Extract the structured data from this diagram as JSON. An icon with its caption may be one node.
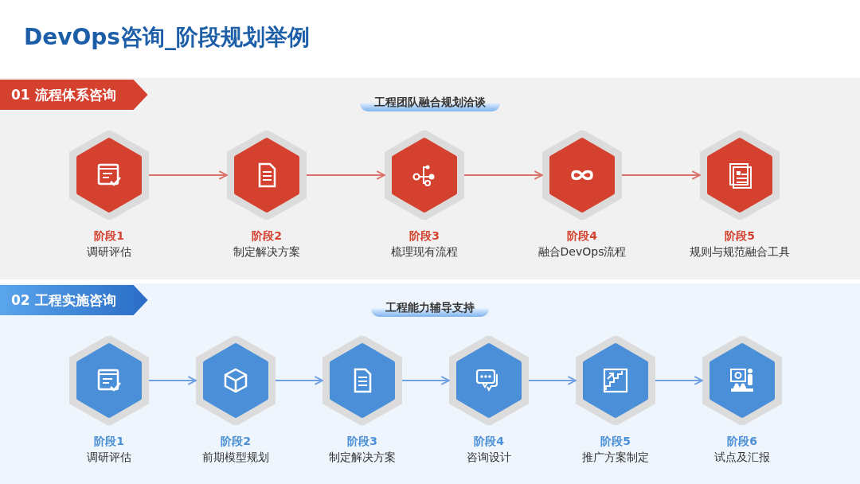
{
  "diagram": {
    "title": "DevOps咨询_阶段规划举例",
    "nodes": [
      {
        "text": [
          "01 流程体系咨询",
          "工程团队融合规划洽谈"
        ]
      },
      {
        "text": [],
        "shape": "hexagon",
        "in": 0,
        "beside": [
          "阶段1",
          "调研评估"
        ]
      },
      {
        "text": [],
        "shape": "hexagon",
        "in": 0,
        "beside": [
          "阶段2",
          "制定解决方案"
        ]
      },
      {
        "text": [],
        "shape": "hexagon",
        "in": 0,
        "beside": [
          "阶段3",
          "梳理现有流程"
        ]
      },
      {
        "text": [],
        "shape": "hexagon",
        "in": 0,
        "beside": [
          "阶段4",
          "融合DevOps流程"
        ]
      },
      {
        "text": [],
        "shape": "hexagon",
        "in": 0,
        "beside": [
          "阶段5",
          "规则与规范融合工具"
        ]
      },
      {
        "text": [
          "02 工程实施咨询",
          "工程能力辅导支持"
        ]
      },
      {
        "text": [],
        "shape": "hexagon",
        "in": 6,
        "beside": [
          "阶段1",
          "调研评估"
        ]
      },
      {
        "text": [],
        "shape": "hexagon",
        "in": 6,
        "beside": [
          "阶段2",
          "前期模型规划"
        ]
      },
      {
        "text": [],
        "shape": "hexagon",
        "in": 6,
        "beside": [
          "阶段3",
          "制定解决方案"
        ]
      },
      {
        "text": [],
        "shape": "hexagon",
        "in": 6,
        "beside": [
          "阶段4",
          "咨询设计"
        ]
      },
      {
        "text": [],
        "shape": "hexagon",
        "in": 6,
        "beside": [
          "阶段5",
          "推广方案制定"
        ]
      },
      {
        "text": [],
        "shape": "hexagon",
        "in": 6,
        "beside": [
          "阶段6",
          "试点及汇报"
        ]
      }
    ],
    "edges": [
      {
        "from": 1,
        "to": 2,
        "arrow": "to",
        "color": "#d9716a"
      },
      {
        "from": 2,
        "to": 3,
        "arrow": "to",
        "color": "#d9716a"
      },
      {
        "from": 3,
        "to": 4,
        "arrow": "to",
        "color": "#d9716a"
      },
      {
        "from": 4,
        "to": 5,
        "arrow": "to",
        "color": "#d9716a"
      },
      {
        "from": 7,
        "to": 8,
        "arrow": "to"
      },
      {
        "from": 8,
        "to": 9,
        "arrow": "to"
      },
      {
        "from": 9,
        "to": 10,
        "arrow": "to"
      },
      {
        "from": 10,
        "to": 11,
        "arrow": "to"
      },
      {
        "from": 11,
        "to": 12,
        "arrow": "to"
      }
    ]
  }
}
